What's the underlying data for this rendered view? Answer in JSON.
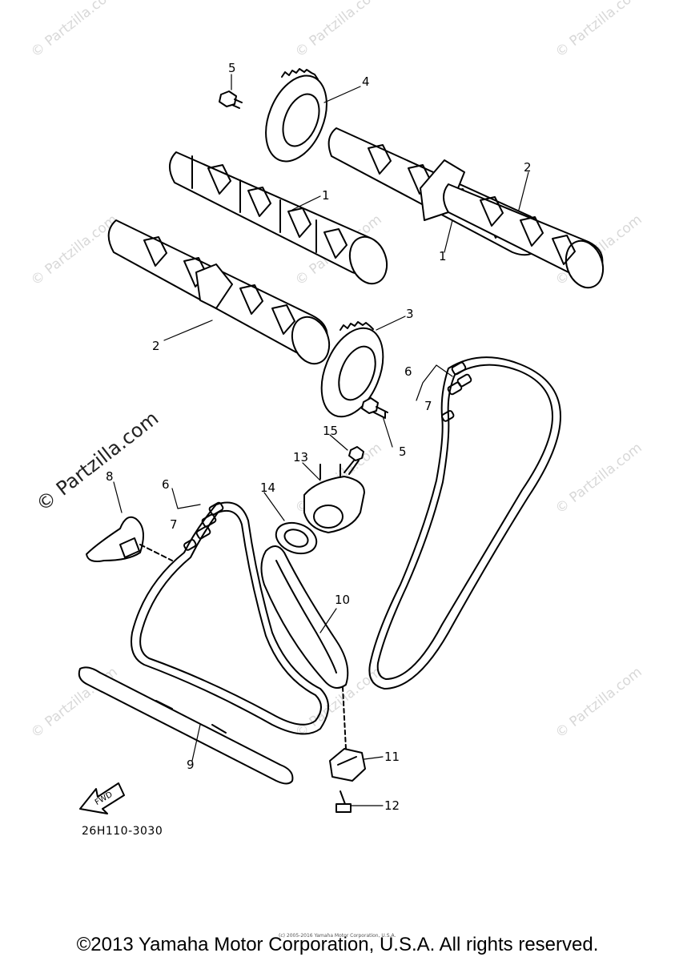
{
  "watermark": {
    "text": "© Partzilla.com",
    "prominent_text": "© Partzilla.com"
  },
  "callouts": {
    "c5a": "5",
    "c4": "4",
    "c2a": "2",
    "c1a": "1",
    "c1b": "1",
    "c2b": "2",
    "c3": "3",
    "c6a": "6",
    "c7a": "7",
    "c5b": "5",
    "c15": "15",
    "c13": "13",
    "c8": "8",
    "c6b": "6",
    "c7b": "7",
    "c14": "14",
    "c10": "10",
    "c9": "9",
    "c11": "11",
    "c12": "12"
  },
  "fwd_label": "FWD",
  "part_code": "26H110-3030",
  "tiny_copyright": "(c) 2005-2016 Yamaha Motor Corporation, U.S.A.",
  "copyright": "©2013 Yamaha Motor Corporation, U.S.A. All rights reserved."
}
